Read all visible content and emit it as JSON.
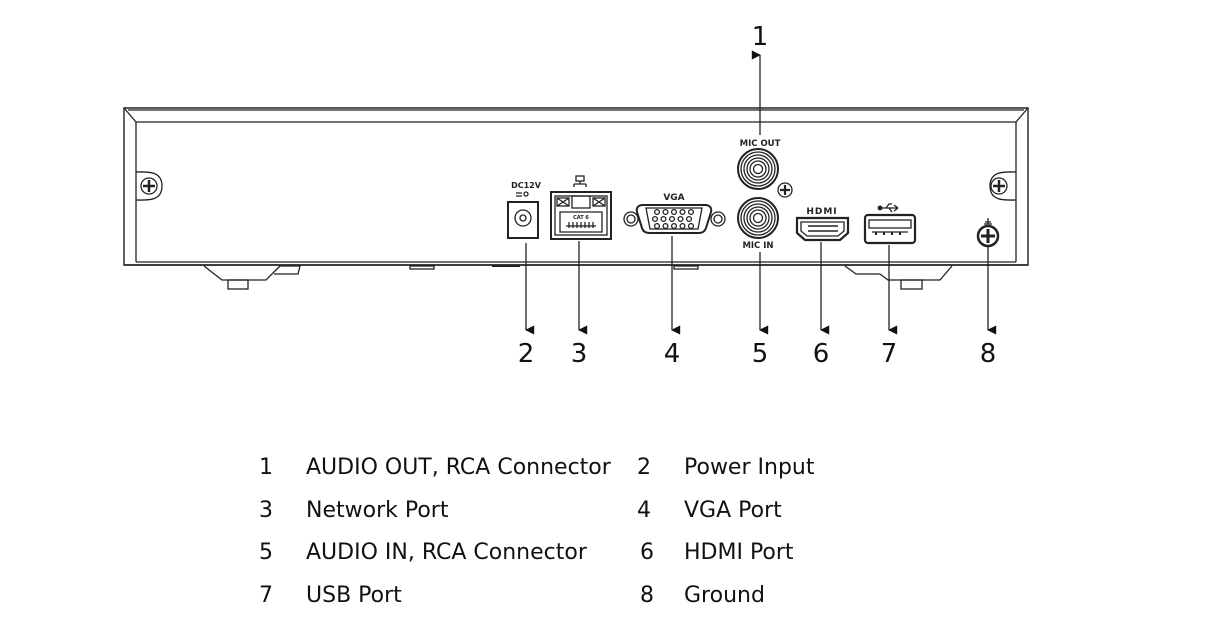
{
  "port_labels": {
    "dc": "DC12V",
    "vga": "VGA",
    "mic_out": "MIC OUT",
    "mic_in": "MIC IN",
    "hdmi": "HDMI",
    "cat": "CAT 6"
  },
  "callouts": [
    "1",
    "2",
    "3",
    "4",
    "5",
    "6",
    "7",
    "8"
  ],
  "legend": [
    {
      "num": "1",
      "text": "AUDIO OUT, RCA Connector"
    },
    {
      "num": "2",
      "text": "Power Input"
    },
    {
      "num": "3",
      "text": "Network Port"
    },
    {
      "num": "4",
      "text": "VGA Port"
    },
    {
      "num": "5",
      "text": "AUDIO IN, RCA Connector"
    },
    {
      "num": "6",
      "text": "HDMI Port"
    },
    {
      "num": "7",
      "text": "USB Port"
    },
    {
      "num": "8",
      "text": "Ground"
    }
  ]
}
